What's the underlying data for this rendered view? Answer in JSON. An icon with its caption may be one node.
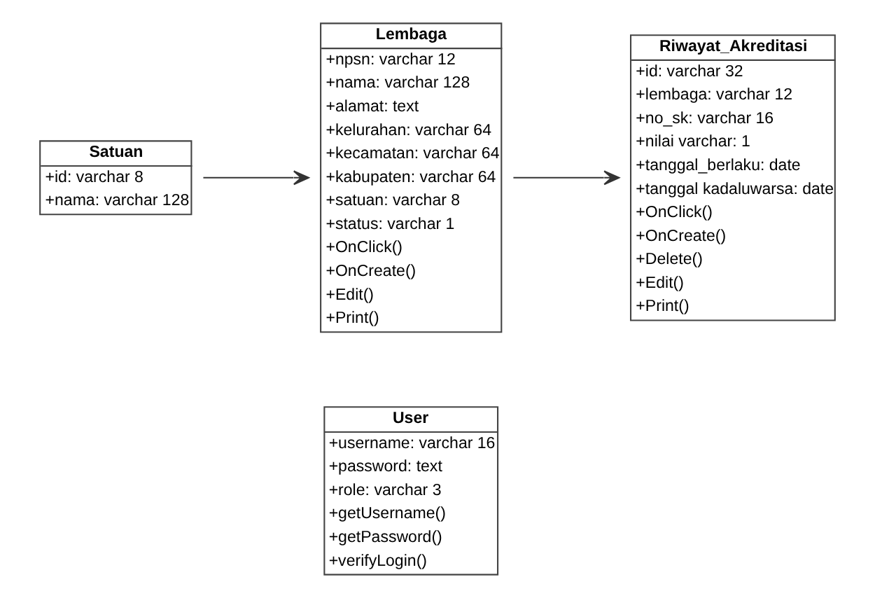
{
  "diagram": {
    "nodes": [
      {
        "text": [
          "User",
          "+username: varchar 16",
          "+password: text",
          "+role: varchar 3",
          "+getUsername()",
          "+getPassword()",
          "+verifyLogin()"
        ]
      },
      {
        "text": [
          "Satuan",
          "+id: varchar 8",
          "+nama: varchar 128"
        ]
      },
      {
        "text": [
          "Lembaga",
          "+npsn: varchar 12",
          "+nama: varchar 128",
          "+alamat: text",
          "+kelurahan: varchar 64",
          "+kecamatan: varchar 64",
          "+kabupaten: varchar 64",
          "+satuan: varchar 8",
          "+status: varchar 1",
          "+OnClick()",
          "+OnCreate()",
          "+Edit()",
          "+Print()"
        ]
      },
      {
        "text": [
          "Riwayat_Akreditasi",
          "+id: varchar 32",
          "+lembaga: varchar 12",
          "+no_sk: varchar 16",
          "+nilai varchar: 1",
          "+tanggal_berlaku: date",
          "+tanggal kadaluwarsa: date",
          "+OnClick()",
          "+OnCreate()",
          "+Delete()",
          "+Edit()",
          "+Print()"
        ]
      }
    ],
    "edges": [
      {
        "from": 1,
        "to": 2,
        "arrow": "to"
      },
      {
        "from": 2,
        "to": 3,
        "arrow": "to"
      }
    ]
  }
}
